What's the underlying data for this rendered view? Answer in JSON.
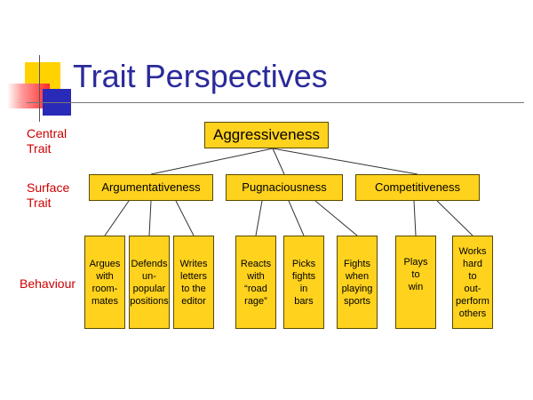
{
  "title": "Trait Perspectives",
  "levels": {
    "central": "Central\nTrait",
    "surface": "Surface\nTrait",
    "behaviour": "Behaviour"
  },
  "central_trait": "Aggressiveness",
  "surface_traits": [
    "Argumentativeness",
    "Pugnaciousness",
    "Competitiveness"
  ],
  "behaviours": [
    "Argues\nwith\nroom-\nmates",
    "Defends\nun-\npopular\npositions",
    "Writes\nletters\nto the\neditor",
    "Reacts\nwith\n“road\nrage”",
    "Picks\nfights\nin\nbars",
    "Fights\nwhen\nplaying\nsports",
    "Plays\nto\nwin",
    "Works\nhard\nto\nout-\nperform\nothers"
  ],
  "colors": {
    "box_fill": "#ffd21e",
    "title": "#2a2a9a",
    "level_label": "#cc0000"
  }
}
